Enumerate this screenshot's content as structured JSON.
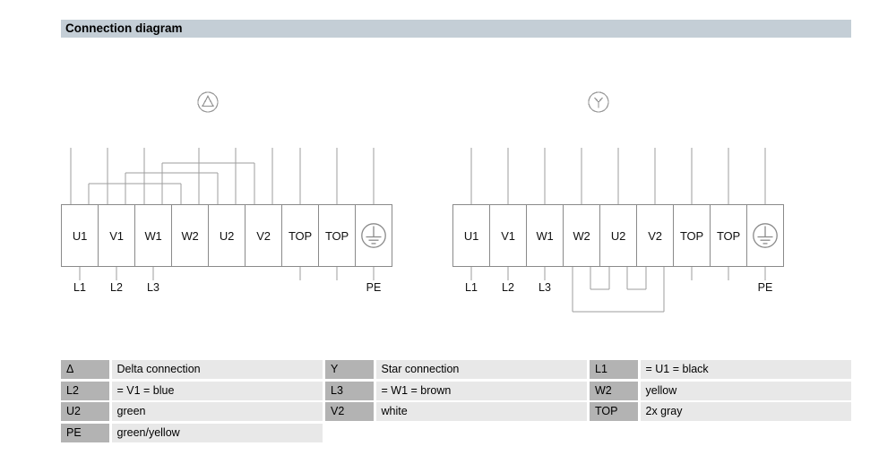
{
  "header": {
    "title": "Connection diagram"
  },
  "diagrams": {
    "left": {
      "name": "delta-connection-diagram",
      "symbol": "delta",
      "terminals": [
        "U1",
        "V1",
        "W1",
        "W2",
        "U2",
        "V2",
        "TOP",
        "TOP",
        "PE"
      ],
      "pe_index": 8,
      "top_bridges": [
        {
          "from": 0,
          "to": 3
        },
        {
          "from": 1,
          "to": 4
        },
        {
          "from": 2,
          "to": 5
        }
      ],
      "bottom_bridges": [],
      "bottom_lines": [
        {
          "terminal": 0,
          "label": "L1"
        },
        {
          "terminal": 1,
          "label": "L2"
        },
        {
          "terminal": 2,
          "label": "L3"
        },
        {
          "terminal": 6,
          "label": ""
        },
        {
          "terminal": 7,
          "label": ""
        },
        {
          "terminal": 8,
          "label": "PE"
        }
      ]
    },
    "right": {
      "name": "star-connection-diagram",
      "symbol": "star",
      "terminals": [
        "U1",
        "V1",
        "W1",
        "W2",
        "U2",
        "V2",
        "TOP",
        "TOP",
        "PE"
      ],
      "pe_index": 8,
      "top_bridges": [],
      "bottom_bridges": [
        {
          "from": 3,
          "to": 5,
          "type": "outer"
        },
        {
          "from": 3,
          "to": 4,
          "type": "inner"
        },
        {
          "from": 4,
          "to": 5,
          "type": "inner"
        }
      ],
      "bottom_lines": [
        {
          "terminal": 0,
          "label": "L1"
        },
        {
          "terminal": 1,
          "label": "L2"
        },
        {
          "terminal": 2,
          "label": "L3"
        },
        {
          "terminal": 6,
          "label": ""
        },
        {
          "terminal": 7,
          "label": ""
        },
        {
          "terminal": 8,
          "label": "PE"
        }
      ]
    }
  },
  "legend": {
    "rows": [
      [
        {
          "key": "Δ",
          "value": "Delta connection"
        },
        {
          "key": "Y",
          "value": "Star connection"
        },
        {
          "key": "L1",
          "value": "= U1 = black"
        }
      ],
      [
        {
          "key": "L2",
          "value": "= V1 = blue"
        },
        {
          "key": "L3",
          "value": "= W1 = brown"
        },
        {
          "key": "W2",
          "value": "yellow"
        }
      ],
      [
        {
          "key": "U2",
          "value": "green"
        },
        {
          "key": "V2",
          "value": "white"
        },
        {
          "key": "TOP",
          "value": "2x gray"
        }
      ],
      [
        {
          "key": "PE",
          "value": "green/yellow"
        },
        null,
        null
      ]
    ]
  },
  "colors": {
    "header_bg": "#c4ced6",
    "legend_key_bg": "#b3b3b3",
    "legend_value_bg": "#e8e8e8",
    "wire": "#9e9e9e",
    "border": "#8a8a8a",
    "text": "#000000"
  }
}
